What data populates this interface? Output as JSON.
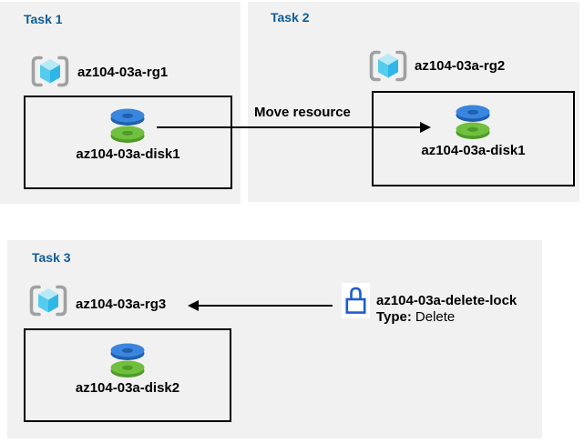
{
  "tasks": {
    "task1": {
      "title": "Task 1",
      "resource_group": "az104-03a-rg1",
      "disk": "az104-03a-disk1"
    },
    "task2": {
      "title": "Task 2",
      "resource_group": "az104-03a-rg2",
      "disk": "az104-03a-disk1"
    },
    "task3": {
      "title": "Task 3",
      "resource_group": "az104-03a-rg3",
      "disk": "az104-03a-disk2",
      "lock": {
        "name": "az104-03a-delete-lock",
        "type_label": "Type:",
        "type_value": "Delete"
      }
    }
  },
  "labels": {
    "move_resource": "Move resource"
  },
  "icons": {
    "resource_group": "resource-group-icon (gray brackets with cyan cube)",
    "disk": "managed-disk-icon (stacked blue and green discs)",
    "lock": "lock-icon (blue outlined padlock)"
  },
  "colors": {
    "panel_bg": "#f1f1f1",
    "task_title": "#0e5c99",
    "box_border": "#000000",
    "arrow": "#000000",
    "bracket_gray": "#9fa1a3",
    "cube_top": "#b7e9f7",
    "cube_left": "#55ccee",
    "cube_right": "#2eb7e6",
    "disk_blue": "#3a86de",
    "disk_blue_dark": "#1e5fae",
    "disk_green": "#71bf3e",
    "disk_green_dark": "#4e9b27",
    "lock_blue": "#1d5dcd"
  }
}
